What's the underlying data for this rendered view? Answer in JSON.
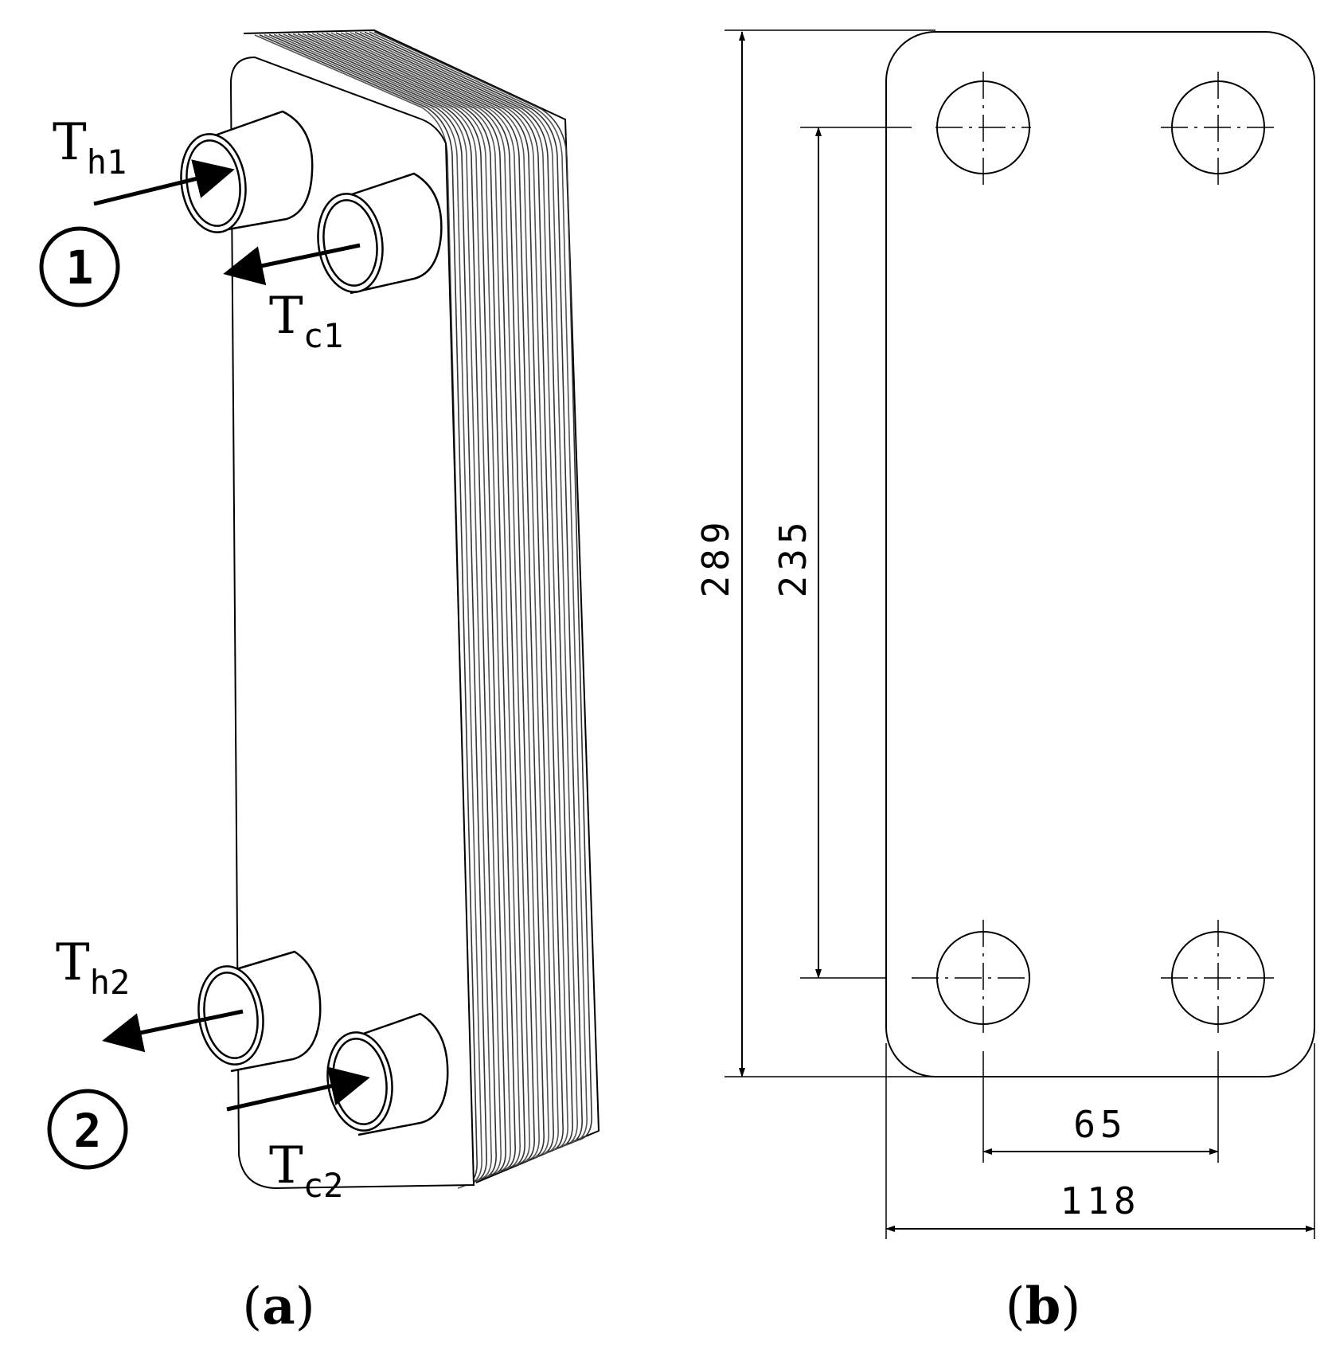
{
  "panel_a": {
    "caption_open": "(",
    "caption_letter": "a",
    "caption_close": ")",
    "labels": {
      "th1_main": "T",
      "th1_sub": "h1",
      "tc1_main": "T",
      "tc1_sub": "c1",
      "th2_main": "T",
      "th2_sub": "h2",
      "tc2_main": "T",
      "tc2_sub": "c2"
    },
    "ports": {
      "port1": "1",
      "port2": "2"
    }
  },
  "panel_b": {
    "caption_open": "(",
    "caption_letter": "b",
    "caption_close": ")",
    "dimensions": {
      "overall_height": "289",
      "port_spacing_vertical": "235",
      "port_spacing_horizontal": "65",
      "overall_width": "118"
    }
  }
}
